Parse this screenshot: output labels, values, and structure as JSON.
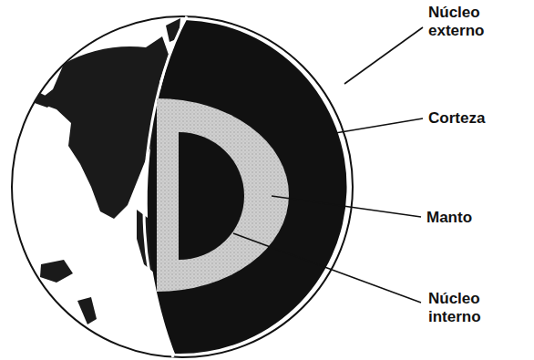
{
  "diagram": {
    "labels": [
      "Núcleo externo",
      "Corteza",
      "Manto",
      "Núcleo interno"
    ]
  }
}
